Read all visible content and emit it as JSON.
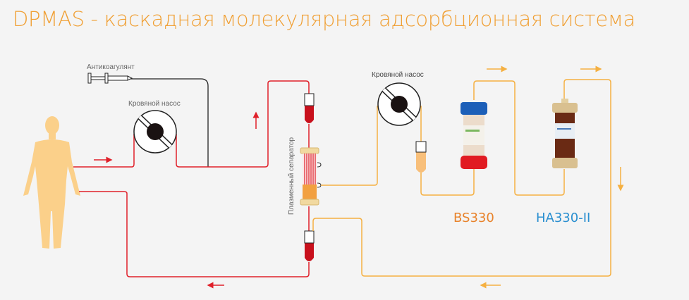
{
  "title": "DPMAS - каскадная молекулярная адсорбционная система",
  "labels": {
    "anticoagulant": "Антикоагулянт",
    "blood_pump_1": "Кровяной насос",
    "blood_pump_2": "Кровяной насос",
    "plasma_separator": "Плазменный сепаратор",
    "bs330": "BS330",
    "ha330": "HA330-II"
  },
  "colors": {
    "title": "#f0a035",
    "blood_line": "#e0202a",
    "plasma_line": "#f5b041",
    "bs330": "#e8822a",
    "ha330": "#2a8fd0",
    "human": "#fbd08a"
  }
}
